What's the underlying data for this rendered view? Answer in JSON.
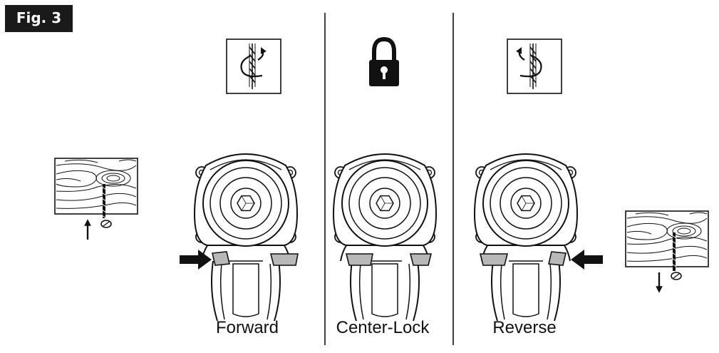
{
  "figure": {
    "label": "Fig. 3",
    "positions": [
      {
        "caption": "Forward",
        "icon": "clockwise-rotation-icon",
        "trigger_state": "pressed-left"
      },
      {
        "caption": "Center-Lock",
        "icon": "padlock-icon",
        "trigger_state": "locked"
      },
      {
        "caption": "Reverse",
        "icon": "counterclockwise-rotation-icon",
        "trigger_state": "pressed-right"
      }
    ],
    "colors": {
      "line": "#111111",
      "trigger_fill": "#b8b8b8",
      "paper": "#ffffff"
    }
  }
}
